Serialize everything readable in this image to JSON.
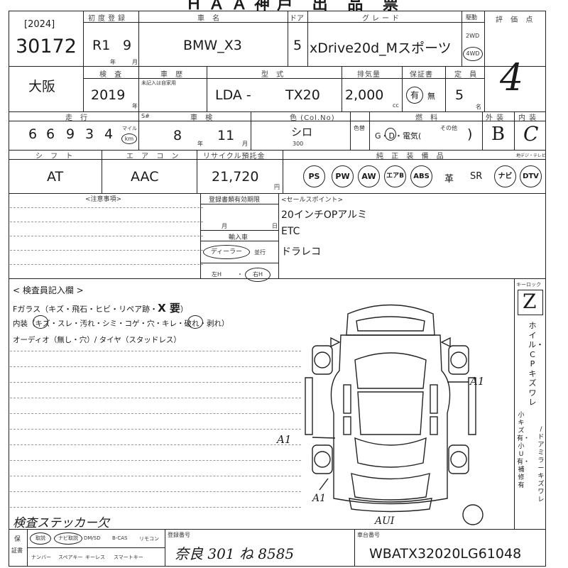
{
  "header": {
    "title": "ＨＡＡ神戸 出 品 票"
  },
  "row1": {
    "year_bracket": "[2024]",
    "lot_number": "30172",
    "reg_label": "初度登録",
    "reg_era": "R1",
    "reg_month": "9",
    "reg_year_unit": "年",
    "reg_month_unit": "月",
    "make_label": "車 名",
    "make": "BMW_X3",
    "doors_label": "ドア",
    "doors": "5",
    "grade_label": "グレード",
    "grade": "xDrive20d_Mスポーツ",
    "drive_label": "駆動",
    "drive_2wd": "2WD",
    "drive_4wd": "4WD",
    "score_label": "評 価 点",
    "score": "4"
  },
  "row2": {
    "area": "大阪",
    "inspection_label": "検 査",
    "inspection_year": "2019",
    "inspection_unit": "年",
    "history_label": "車 歴",
    "history_note": "未記入は自家用",
    "model_label": "型 式",
    "model_prefix": "LDA -",
    "model_code": "TX20",
    "displacement_label": "排気量",
    "displacement": "2,000",
    "displacement_unit": "cc",
    "warranty_label": "保証書",
    "warranty_yes": "有",
    "warranty_no": "無",
    "capacity_label": "定 員",
    "capacity": "5",
    "capacity_unit": "名"
  },
  "row3": {
    "mileage_label": "走 行",
    "mileage_digits": [
      "6",
      "6",
      "9",
      "3",
      "4"
    ],
    "mileage_unit_mile": "マイル",
    "mileage_unit_km": "km",
    "s_label": "S#",
    "shaken_label": "車 検",
    "shaken_year": "8",
    "shaken_month": "11",
    "shaken_year_unit": "年",
    "shaken_month_unit": "月",
    "color_label": "色 (Col.No)",
    "color": "シロ",
    "color_code": "300",
    "color_change_label": "色替",
    "fuel_label": "燃 料",
    "fuel_options": "G・D・電気(",
    "fuel_other_label": "その他",
    "fuel_close": ")",
    "exterior_label": "外 装",
    "exterior": "B",
    "interior_label": "内 装",
    "interior": "C"
  },
  "row4": {
    "shift_label": "シ フ ト",
    "shift": "AT",
    "aircon_label": "エ ア コ ン",
    "aircon": "AAC",
    "recycle_label": "リサイクル預託金",
    "recycle": "21,720",
    "recycle_unit": "円",
    "equip_label": "純 正 装 備 品",
    "equipment": [
      "PS",
      "PW",
      "AW",
      "エアB",
      "ABS"
    ],
    "equipment_plain": [
      "革",
      "SR"
    ],
    "equipment_end": [
      "ナビ",
      "DTV"
    ],
    "tv_label": "地デジ・テレビ"
  },
  "notes": {
    "caution_label": "<注意事項>",
    "reg_expiry_label": "登録書類有効期限",
    "month": "月",
    "day": "日",
    "import_label": "輸入車",
    "dealer": "ディーラー",
    "parallel": "並行",
    "lhd": "左H",
    "rhd": "右H",
    "sep": "・",
    "sales_label": "<セールスポイント>",
    "sales_points": [
      "20インチOPアルミ",
      "ETC",
      "ドラレコ"
    ]
  },
  "inspector": {
    "title": "< 検査員記入欄 >",
    "line1_prefix": "Fガラス（キズ・飛石・ヒビ・リペア跡・",
    "line1_mark": "X 要",
    "line1_suffix": "）",
    "line2": "内装（キズ・スレ・汚れ・シミ・コゲ・穴・キレ・破れ・剥れ）",
    "line3": "オーディオ（無し・穴）/ タイヤ（スタッドレス）",
    "sticker_note": "検査ステッカー欠"
  },
  "keylock": {
    "label": "キーロック",
    "mark": "Z",
    "side_text_1": "ホイル・CPキズワレ",
    "side_text_2": "/ドアミラーキズワレ",
    "side_text_3": "小キズ有・小U有・補修有"
  },
  "diagram": {
    "mark_right": "A1",
    "mark_left": "A1",
    "mark_front_left": "A1",
    "mark_bottom": "AUI"
  },
  "footer": {
    "row1_items": [
      "保",
      "証書",
      "取説",
      "ナビ取説",
      "DM/SD",
      "B-CAS",
      "リモコン"
    ],
    "row2_items": [
      "ナンバー",
      "スペアキー",
      "キーレス",
      "スマートキー"
    ],
    "plate_label": "登録番号",
    "plate": "奈良 301 ね 8585",
    "vin_label": "車台番号",
    "vin": "WBATX32020LG61048"
  },
  "colors": {
    "line": "#222222",
    "text": "#1a1a1a"
  }
}
